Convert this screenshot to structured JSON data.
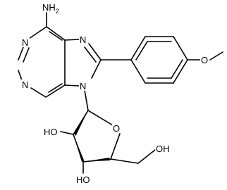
{
  "labels": {
    "amine": "NH2",
    "n1": "N",
    "n3": "N",
    "n7": "N",
    "n9": "N",
    "methoxy_o": "O",
    "ring_o": "O",
    "ho_2": "HO",
    "ho_3": "HO",
    "oh_5": "OH"
  },
  "colors": {
    "ink": "#000000",
    "background": "#ffffff"
  }
}
